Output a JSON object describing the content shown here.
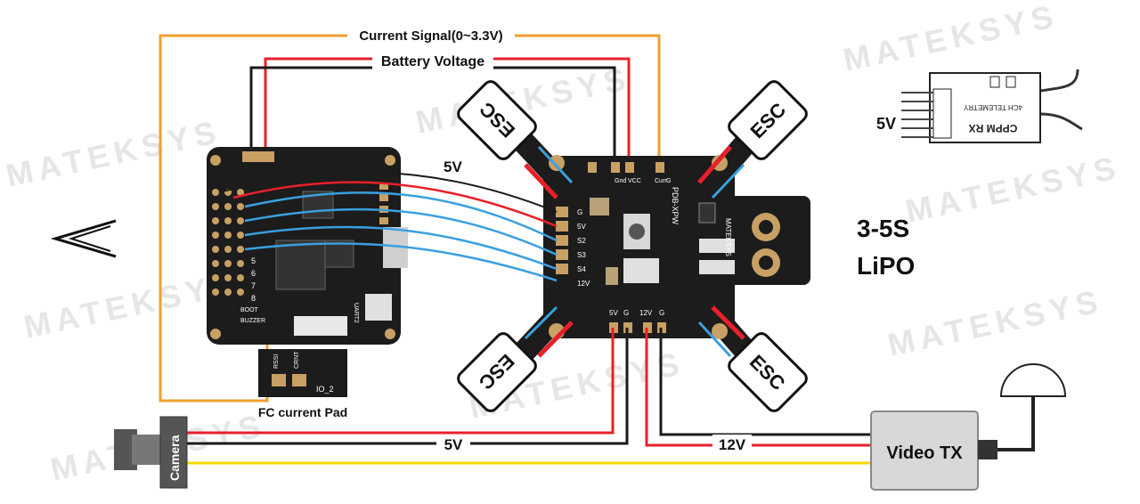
{
  "watermark": "MATEKSYS",
  "labels": {
    "current_signal": "Current Signal(0~3.3V)",
    "battery_voltage": "Battery Voltage",
    "five_v_top": "5V",
    "five_v_bottom": "5V",
    "twelve_v": "12V",
    "fc_current_pad": "FC current Pad",
    "camera": "Camera",
    "video_tx": "Video TX",
    "battery_line1": "3-5S",
    "battery_line2": "LiPO",
    "rx_5v": "5V",
    "esc": "ESC"
  },
  "pdb": {
    "name": "PDB-XPW",
    "brand": "MATEKSYS",
    "pad_top": [
      "Gnd",
      "VCC",
      "Curr"
    ],
    "pad_top_g": "G",
    "pad_left": [
      "G",
      "5V",
      "S2",
      "S3",
      "S4"
    ],
    "pad_left_12v": "12V",
    "pad_bottom_left": [
      "5V",
      "G"
    ],
    "pad_bottom_right": [
      "12V",
      "G"
    ]
  },
  "fc": {
    "text_boot": "BOOT",
    "text_buzzer": "BUZZER",
    "pin_numbers": [
      "5",
      "6",
      "7",
      "8"
    ],
    "uart": "UART2"
  },
  "fc_pad": {
    "rssi": "RSSI",
    "crnt": "CRNT",
    "io": "IO_2"
  },
  "receiver": {
    "line1": "CPPM RX",
    "line2": "4CH TELEMETRY"
  },
  "colors": {
    "orange_wire": "#f0a030",
    "red_wire": "#e8202a",
    "black_wire": "#1a1a1a",
    "blue_wire": "#3aa0e0",
    "yellow_wire": "#f5d800",
    "board": "#1c1c1c"
  }
}
